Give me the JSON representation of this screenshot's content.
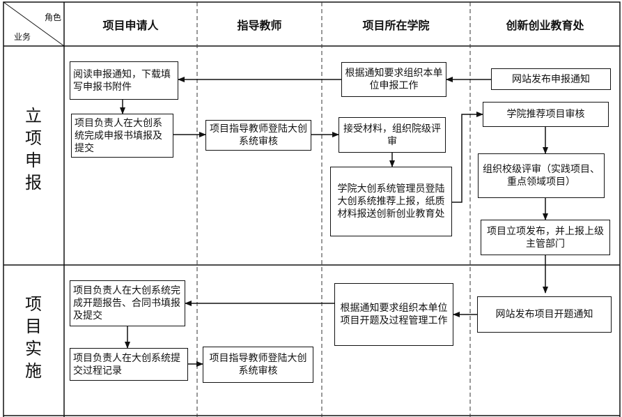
{
  "header": {
    "corner_role": "角色",
    "corner_business": "业务",
    "columns": [
      "项目申请人",
      "指导教师",
      "项目所在学院",
      "创新创业教育处"
    ]
  },
  "rows": {
    "row1": "立项申报",
    "row2": "项目实施"
  },
  "boxes": {
    "b1": "阅读申报通知，下载填写申报书附件",
    "b2": "项目负责人在大创系统完成申报书填报及提交",
    "b3": "项目指导教师登陆大创系统审核",
    "b4": "根据通知要求组织本单位申报工作",
    "b5": "接受材料，组织院级评审",
    "b6": "学院大创系统管理员登陆大创系统推荐上报，纸质材料报送创新创业教育处",
    "b7": "网站发布申报通知",
    "b8": "学院推荐项目审核",
    "b9": "组织校级评审（实践项目、重点领域项目）",
    "b10": "项目立项发布，并上报上级主管部门",
    "b11": "项目负责人在大创系统完成开题报告、合同书填报及提交",
    "b12": "项目负责人在大创系统提交过程记录",
    "b13": "项目指导教师登陆大创系统审核",
    "b14": "根据通知要求组织本单位项目开题及过程管理工作",
    "b15": "网站发布项目开题通知"
  }
}
